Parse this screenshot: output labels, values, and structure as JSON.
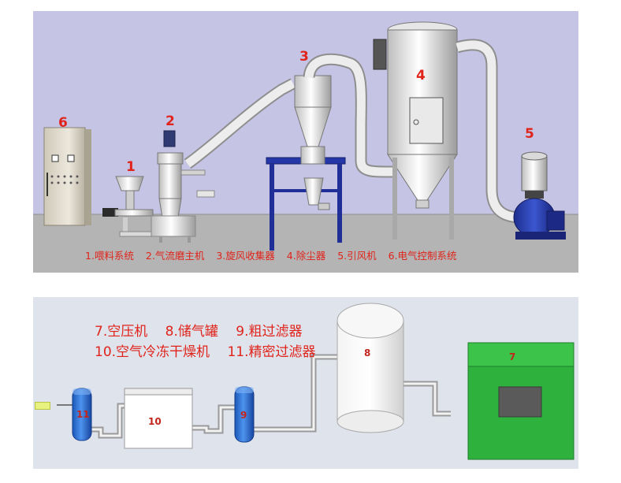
{
  "top_diagram": {
    "numbers": [
      "1",
      "2",
      "3",
      "4",
      "5",
      "6"
    ],
    "legend": [
      "1.喂料系统",
      "2.气流磨主机",
      "3.旋风收集器",
      "4.除尘器",
      "5.引风机",
      "6.电气控制系统"
    ]
  },
  "bottom_diagram": {
    "legend_line1": [
      "7.空压机",
      "8.储气罐",
      "9.粗过滤器"
    ],
    "legend_line2": [
      "10.空气冷冻干燥机",
      "11.精密过滤器"
    ],
    "unit_labels": {
      "compressor": "7",
      "tank": "8",
      "coarse_filter": "9",
      "dryer": "10",
      "precision_filter": "11"
    }
  },
  "colors": {
    "label_red": "#e0241b",
    "top_bg": "#c6c4e4",
    "bottom_bg": "#dfe3ec",
    "compressor_green": "#2fb23d",
    "filter_blue": "#2a6fd0"
  }
}
